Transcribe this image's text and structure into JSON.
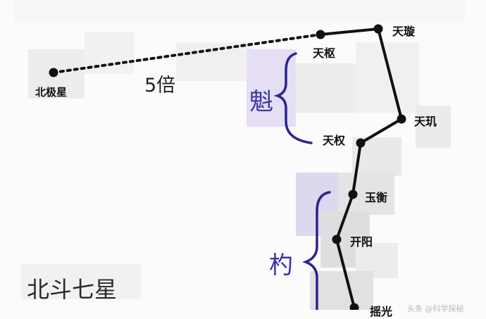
{
  "title": "北斗七星",
  "ratio_label": "5倍",
  "groups": {
    "bowl": "魁",
    "handle": "杓"
  },
  "stars": [
    {
      "id": "polaris",
      "name": "北极星"
    },
    {
      "id": "tianshu",
      "name": "天枢"
    },
    {
      "id": "tianxuan",
      "name": "天璇"
    },
    {
      "id": "tianji",
      "name": "天玑"
    },
    {
      "id": "tianquan",
      "name": "天权"
    },
    {
      "id": "yuheng",
      "name": "玉衡"
    },
    {
      "id": "kaiyang",
      "name": "开阳"
    },
    {
      "id": "yaoguang",
      "name": "摇光"
    }
  ],
  "watermark": "头条 @科学探秘",
  "colors": {
    "brace": "#2b238f",
    "group_text": "#3a35a8",
    "line": "#111111",
    "patch_gray": "#e8e8ea",
    "patch_lilac": "#e3dcf3"
  }
}
